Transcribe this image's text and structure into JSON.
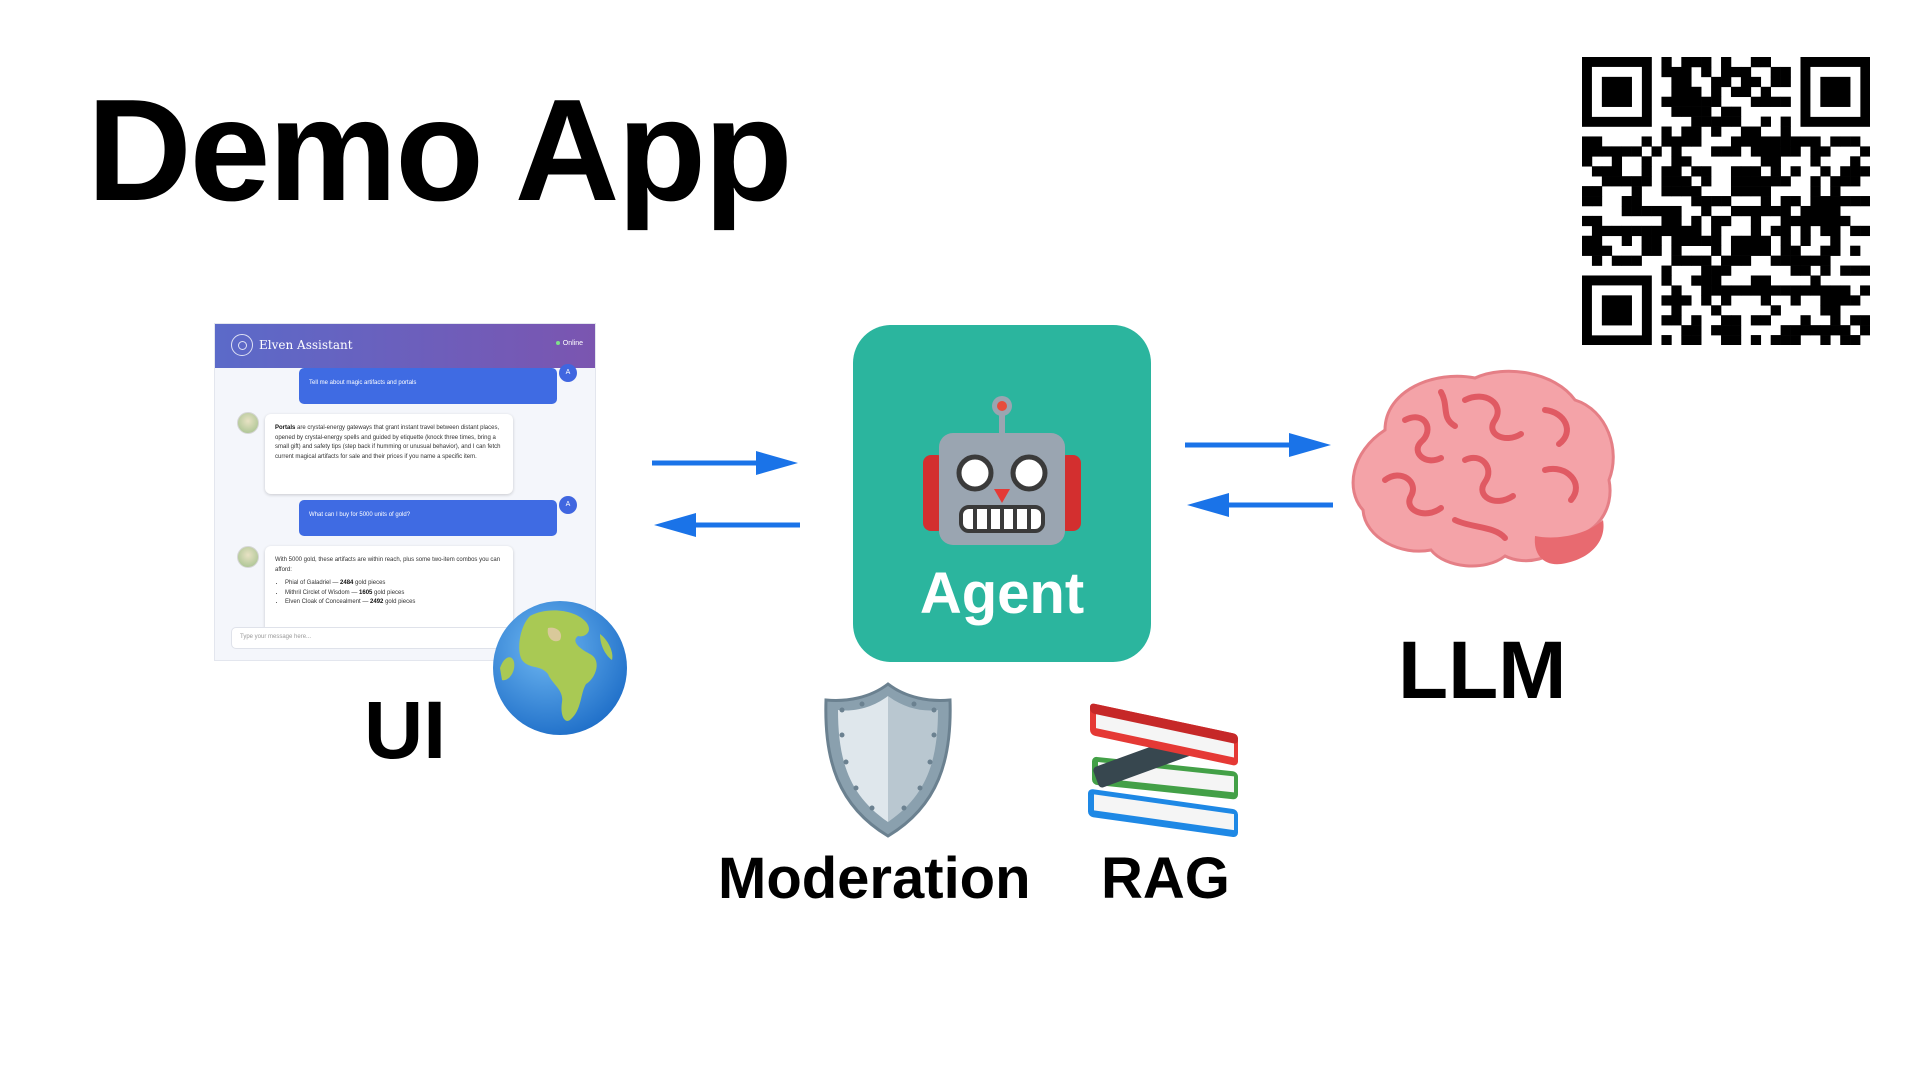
{
  "title": "Demo App",
  "ui": {
    "label": "UI",
    "chat": {
      "app_name": "Elven Assistant",
      "status": "Online",
      "messages": [
        {
          "role": "user",
          "text": "Tell me about magic artifacts and portals"
        },
        {
          "role": "assistant",
          "bold": "Portals",
          "text": " are crystal-energy gateways that grant instant travel between distant places, opened by crystal-energy spells and guided by etiquette (knock three times, bring a small gift) and safety tips (step back if humming or unusual behavior), and I can fetch current magical artifacts for sale and their prices if you name a specific item."
        },
        {
          "role": "user",
          "text": "What can I buy for 5000 units of gold?"
        },
        {
          "role": "assistant",
          "text": "With 5000 gold, these artifacts are within reach, plus some two-item combos you can afford:",
          "items": [
            {
              "name": "Phial of Galadriel — ",
              "price": "2484",
              "unit": " gold pieces"
            },
            {
              "name": "Mithril Circlet of Wisdom — ",
              "price": "1605",
              "unit": " gold pieces"
            },
            {
              "name": "Elven Cloak of Concealment — ",
              "price": "2492",
              "unit": " gold pieces"
            }
          ]
        }
      ],
      "input_placeholder": "Type your message here..."
    }
  },
  "agent": {
    "label": "Agent"
  },
  "llm": {
    "label": "LLM"
  },
  "moderation": {
    "label": "Moderation"
  },
  "rag": {
    "label": "RAG"
  },
  "colors": {
    "agent_bg": "#2bb59e",
    "arrow": "#1a73e8",
    "chat_user_bubble": "#3f6be3"
  },
  "icons": [
    "globe-icon",
    "robot-icon",
    "brain-icon",
    "shield-icon",
    "books-icon",
    "qr-code"
  ]
}
